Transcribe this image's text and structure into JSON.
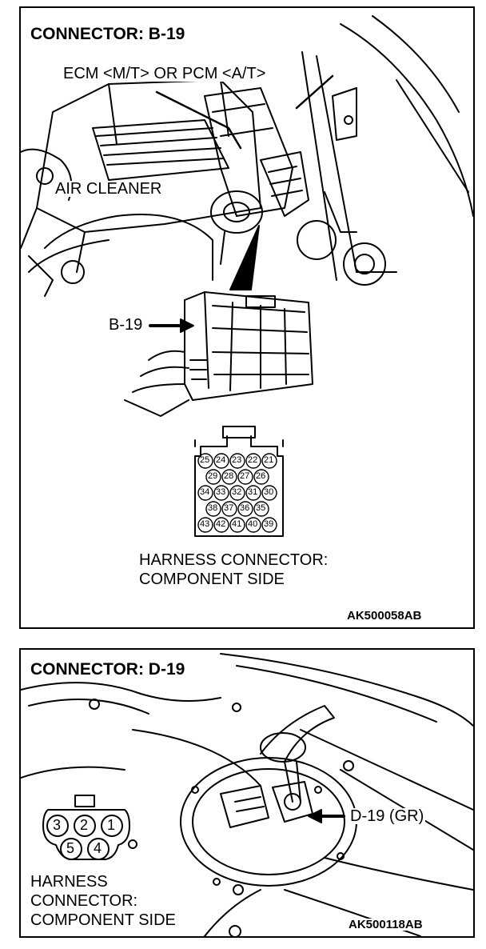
{
  "panel_b19": {
    "title": "CONNECTOR: B-19",
    "label_ecm": "ECM <M/T> OR PCM <A/T>",
    "label_air_cleaner": "AIR CLEANER",
    "label_connector": "B-19",
    "pins_row1": [
      "25",
      "24",
      "23",
      "22",
      "21"
    ],
    "pins_row2": [
      "29",
      "28",
      "27",
      "26"
    ],
    "pins_row3": [
      "34",
      "33",
      "32",
      "31",
      "30"
    ],
    "pins_row4": [
      "38",
      "37",
      "36",
      "35"
    ],
    "pins_row5": [
      "43",
      "42",
      "41",
      "40",
      "39"
    ],
    "caption_line1": "HARNESS CONNECTOR:",
    "caption_line2": "COMPONENT SIDE",
    "code": "AK500058AB"
  },
  "panel_d19": {
    "title": "CONNECTOR: D-19",
    "label_connector": "D-19 (GR)",
    "pins_row1": [
      "3",
      "2",
      "1"
    ],
    "pins_row2": [
      "5",
      "4"
    ],
    "caption_line1": "HARNESS",
    "caption_line2": "CONNECTOR:",
    "caption_line3": "COMPONENT SIDE",
    "code": "AK500118AB"
  }
}
